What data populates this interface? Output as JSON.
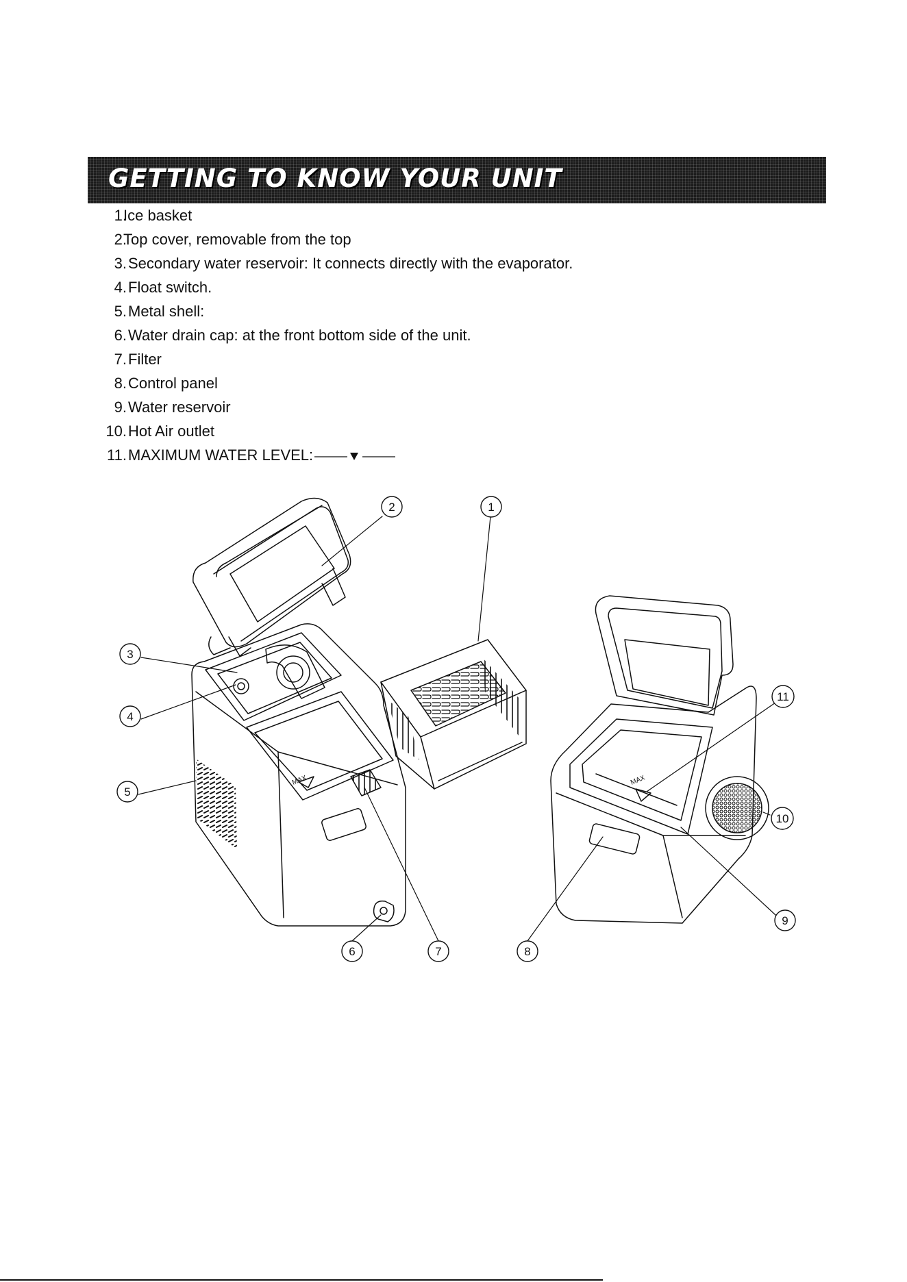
{
  "header": {
    "title": "GETTING TO KNOW YOUR UNIT"
  },
  "parts": [
    {
      "number": "1.",
      "label": "Ice basket"
    },
    {
      "number": "2.",
      "label": "Top cover, removable from the top"
    },
    {
      "number": "3.",
      "label": "Secondary water reservoir: It connects directly with the evaporator."
    },
    {
      "number": "4.",
      "label": "Float switch."
    },
    {
      "number": "5.",
      "label": "Metal shell:"
    },
    {
      "number": "6.",
      "label": "Water drain cap: at the front bottom side of the unit."
    },
    {
      "number": "7.",
      "label": "Filter"
    },
    {
      "number": "8.",
      "label": "Control panel"
    },
    {
      "number": "9.",
      "label": "Water reservoir"
    },
    {
      "number": "10.",
      "label": "Hot Air outlet"
    },
    {
      "number": "11.",
      "label": "MAXIMUM WATER LEVEL:"
    }
  ],
  "diagram": {
    "callouts": [
      "1",
      "2",
      "3",
      "4",
      "5",
      "6",
      "7",
      "8",
      "9",
      "10",
      "11"
    ],
    "max_marks": [
      "MAX",
      "MAX"
    ]
  },
  "colors": {
    "header_bg": "#1b1b1b",
    "ink": "#111111"
  }
}
